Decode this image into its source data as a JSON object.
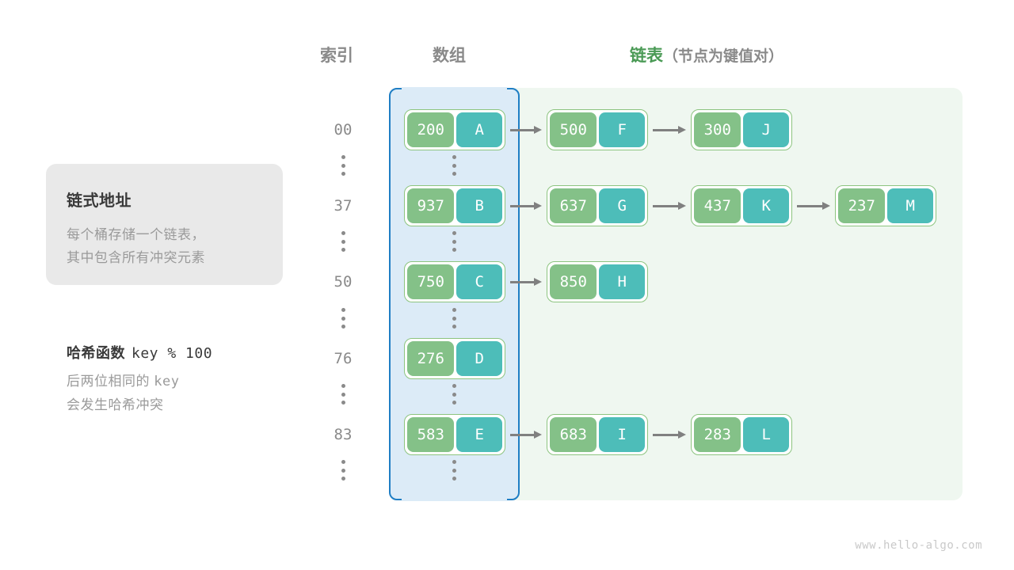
{
  "headers": {
    "index": "索引",
    "array": "数组",
    "list": "链表",
    "list_sub": "（节点为键值对）"
  },
  "info_card": {
    "title": "链式地址",
    "line1": "每个桶存储一个链表，",
    "line2": "其中包含所有冲突元素"
  },
  "hash": {
    "title": "哈希函数",
    "formula": "key % 100",
    "line1_text": "后两位相同的",
    "line1_mono": "key",
    "line2": "会发生哈希冲突"
  },
  "colors": {
    "key_cell": "#84c188",
    "value_cell": "#4dbdb9",
    "node_border": "#8cc47f",
    "array_region_bg": "#dcebf7",
    "array_region_border": "#1f7ec4",
    "list_region_bg": "#eff7f0",
    "arrow": "#808080",
    "header_gray": "#8a8a8a",
    "header_green": "#4a9a55",
    "card_bg": "#e9e9e9",
    "watermark": "#c9c9c9"
  },
  "rows": [
    {
      "index": "00",
      "bucket": {
        "key": "200",
        "value": "A"
      },
      "chain": [
        {
          "key": "500",
          "value": "F"
        },
        {
          "key": "300",
          "value": "J"
        }
      ]
    },
    {
      "index": "37",
      "bucket": {
        "key": "937",
        "value": "B"
      },
      "chain": [
        {
          "key": "637",
          "value": "G"
        },
        {
          "key": "437",
          "value": "K"
        },
        {
          "key": "237",
          "value": "M"
        }
      ]
    },
    {
      "index": "50",
      "bucket": {
        "key": "750",
        "value": "C"
      },
      "chain": [
        {
          "key": "850",
          "value": "H"
        }
      ]
    },
    {
      "index": "76",
      "bucket": {
        "key": "276",
        "value": "D"
      },
      "chain": []
    },
    {
      "index": "83",
      "bucket": {
        "key": "583",
        "value": "E"
      },
      "chain": [
        {
          "key": "683",
          "value": "I"
        },
        {
          "key": "283",
          "value": "L"
        }
      ]
    }
  ],
  "watermark": "www.hello-algo.com"
}
